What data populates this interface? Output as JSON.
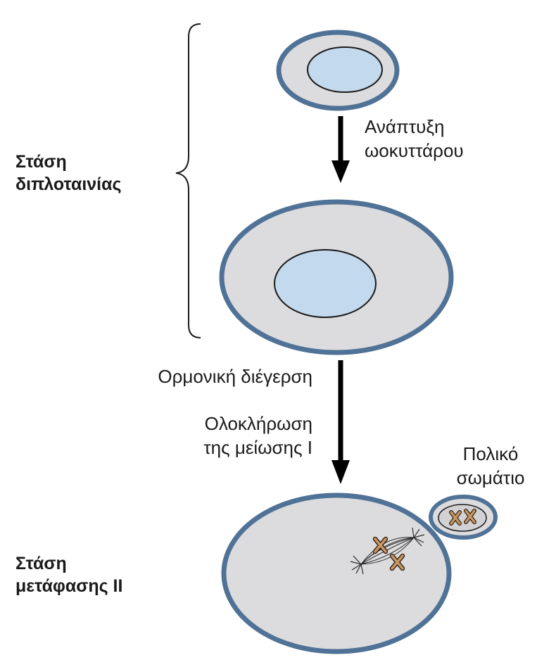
{
  "stages": {
    "diplotene": {
      "line1": "Στάση",
      "line2": "διπλοταινίας"
    },
    "metaphase2": {
      "line1": "Στάση",
      "line2": "μετάφασης II"
    }
  },
  "steps": {
    "oocyte_growth": {
      "line1": "Ανάπτυξη",
      "line2": "ωοκυττάρου"
    },
    "hormonal_stimulation": "Ορμονική διέγερση",
    "meiosis_completion": {
      "line1": "Ολοκλήρωση",
      "line2": "της μείωσης I"
    }
  },
  "polar_body": {
    "line1": "Πολικό",
    "line2": "σωμάτιο"
  },
  "colors": {
    "membrane": "#4f7296",
    "cytoplasm": "#dcdcde",
    "nucleus": "#c3d9ee",
    "arrow": "#000000",
    "chromosome": "#c89a66",
    "chromosome_outline": "#3a2818"
  }
}
